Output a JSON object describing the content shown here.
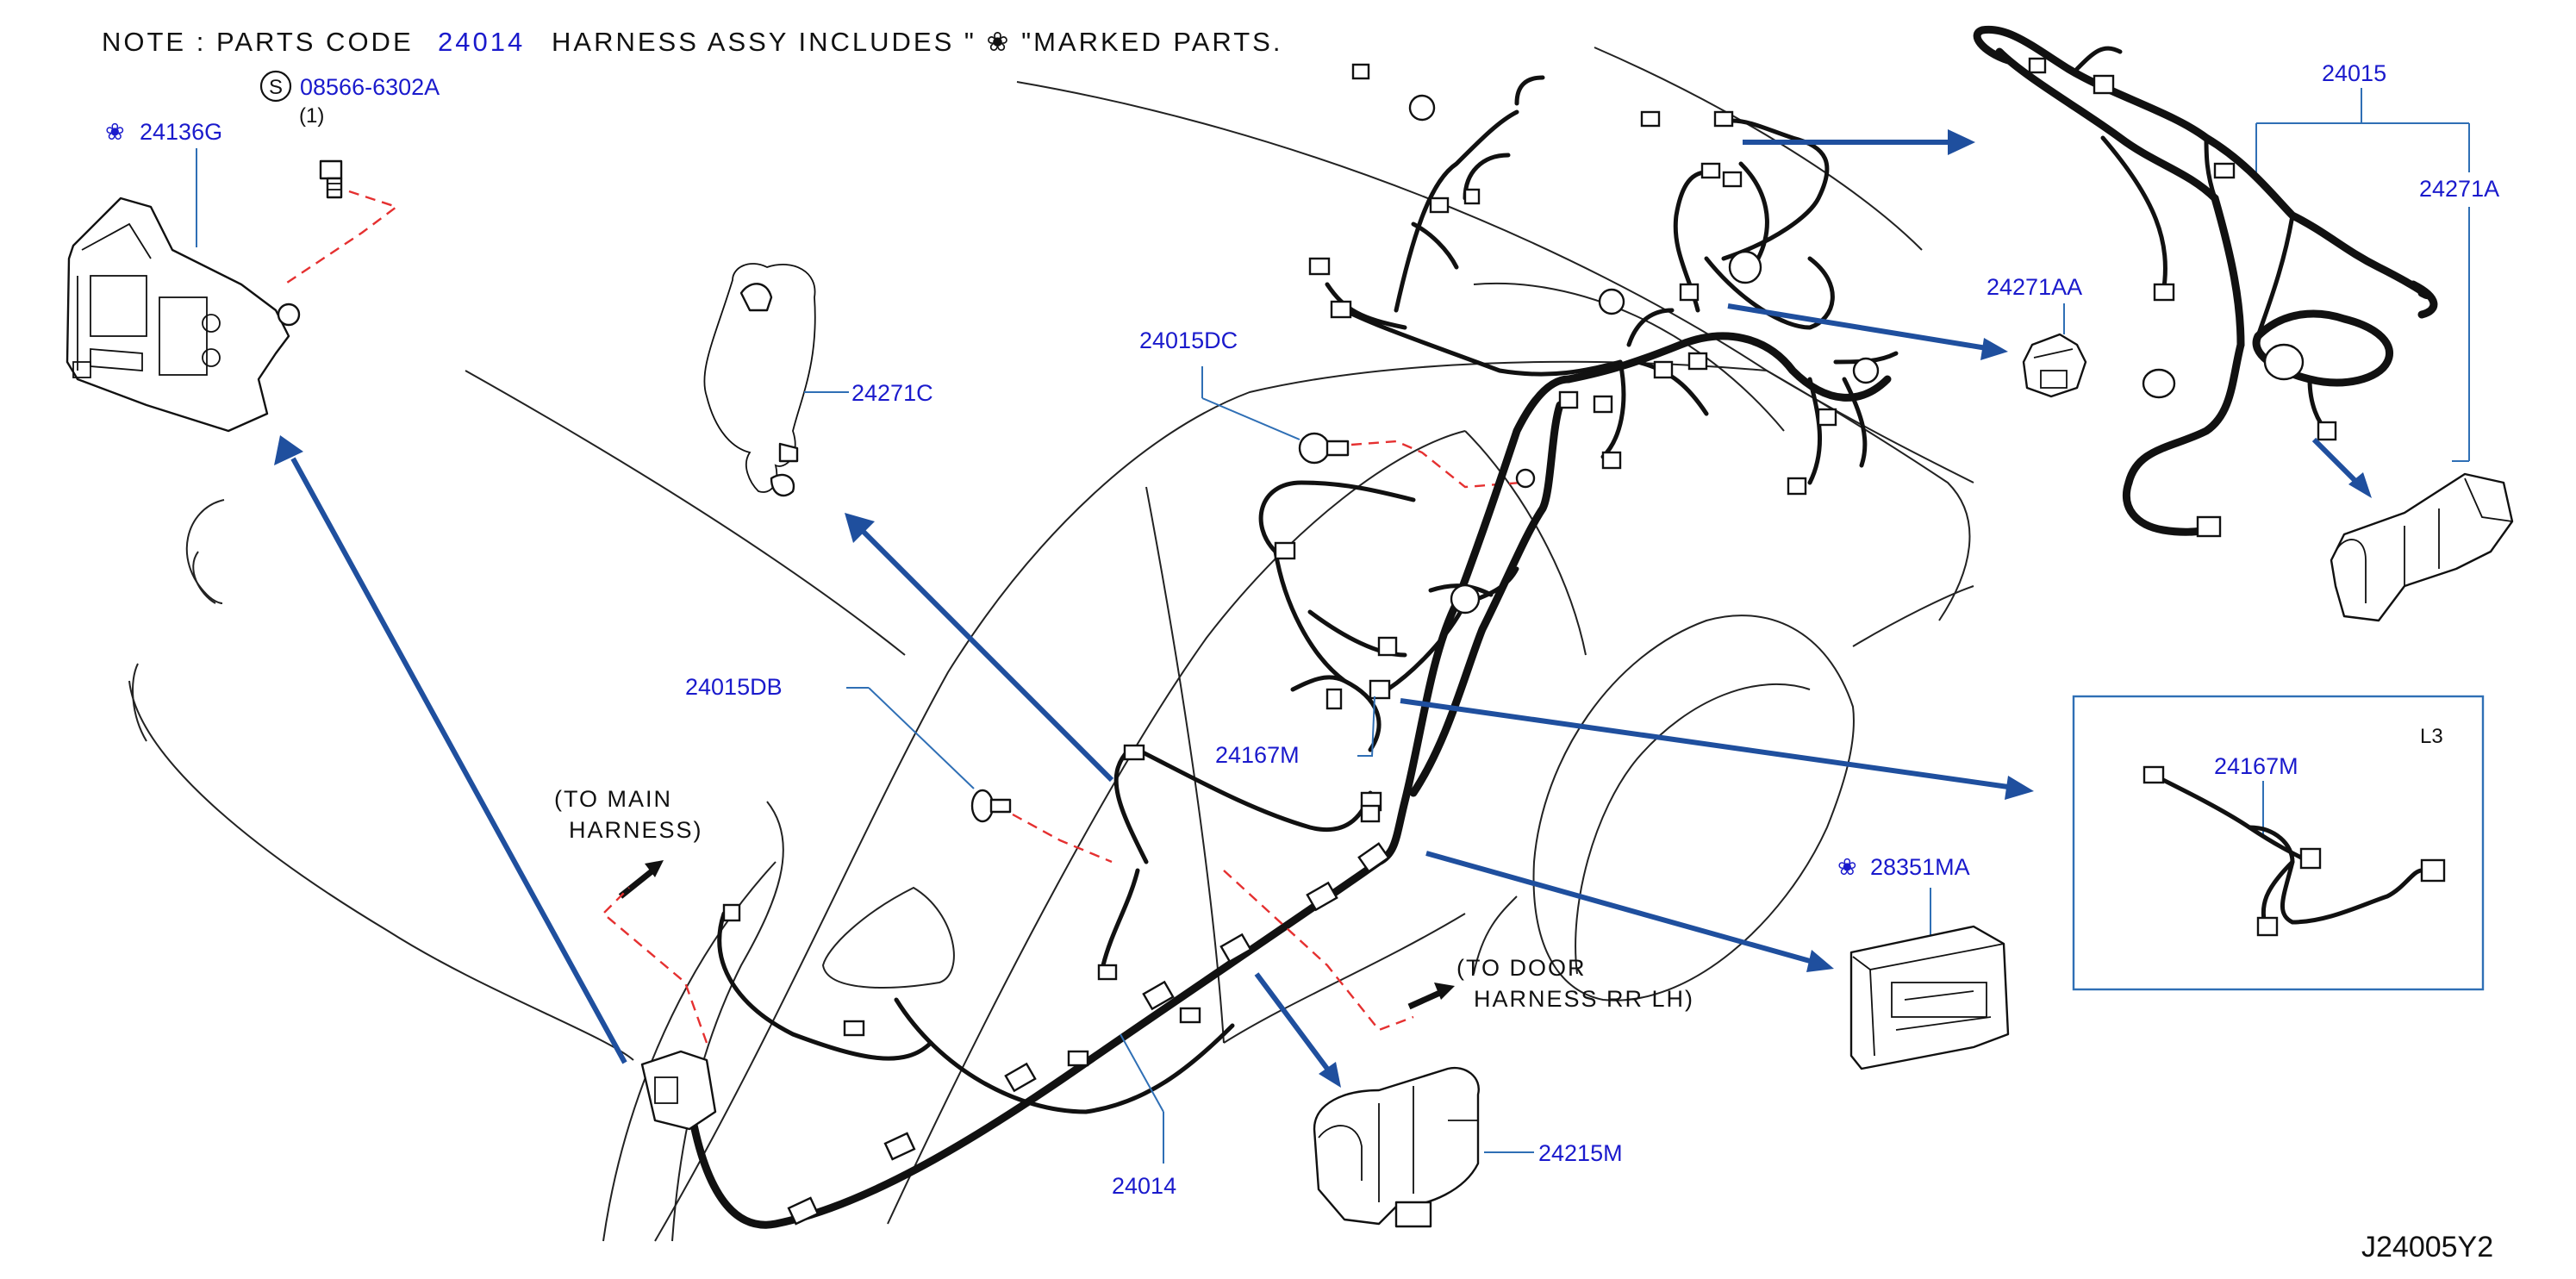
{
  "note": {
    "prefix": "NOTE : PARTS CODE",
    "code": "24014",
    "suffix": "HARNESS ASSY    INCLUDES \" ❀  \"MARKED PARTS."
  },
  "parts": {
    "p08566": "08566-6302A",
    "p08566_qty": "(1)",
    "p24136G": "24136G",
    "p24271C": "24271C",
    "p24015DC": "24015DC",
    "p24015DB": "24015DB",
    "p24167M": "24167M",
    "p24014": "24014",
    "p24215M": "24215M",
    "p28351MA": "28351MA",
    "p24015": "24015",
    "p24271A": "24271A",
    "p24271AA": "24271AA",
    "p24167M_detail": "24167M"
  },
  "symbols": {
    "standard_part": "S",
    "marked_part": "❀"
  },
  "notes": {
    "main_harness_1": "(TO  MAIN",
    "main_harness_2": "HARNESS)",
    "door_harness_1": "(TO  DOOR",
    "door_harness_2": "HARNESS  RR  LH)"
  },
  "detail_label": "L3",
  "diagram_ref": "J24005Y2",
  "colors": {
    "part_number": "#1a1acc",
    "arrow": "#1f4f9e",
    "dashed_line": "#e53030",
    "frame": "#2f6fb5"
  },
  "icons": [
    "standard-part-icon",
    "marked-part-icon",
    "direction-arrow-icon",
    "bolt-icon",
    "clip-icon",
    "connector-icon"
  ]
}
